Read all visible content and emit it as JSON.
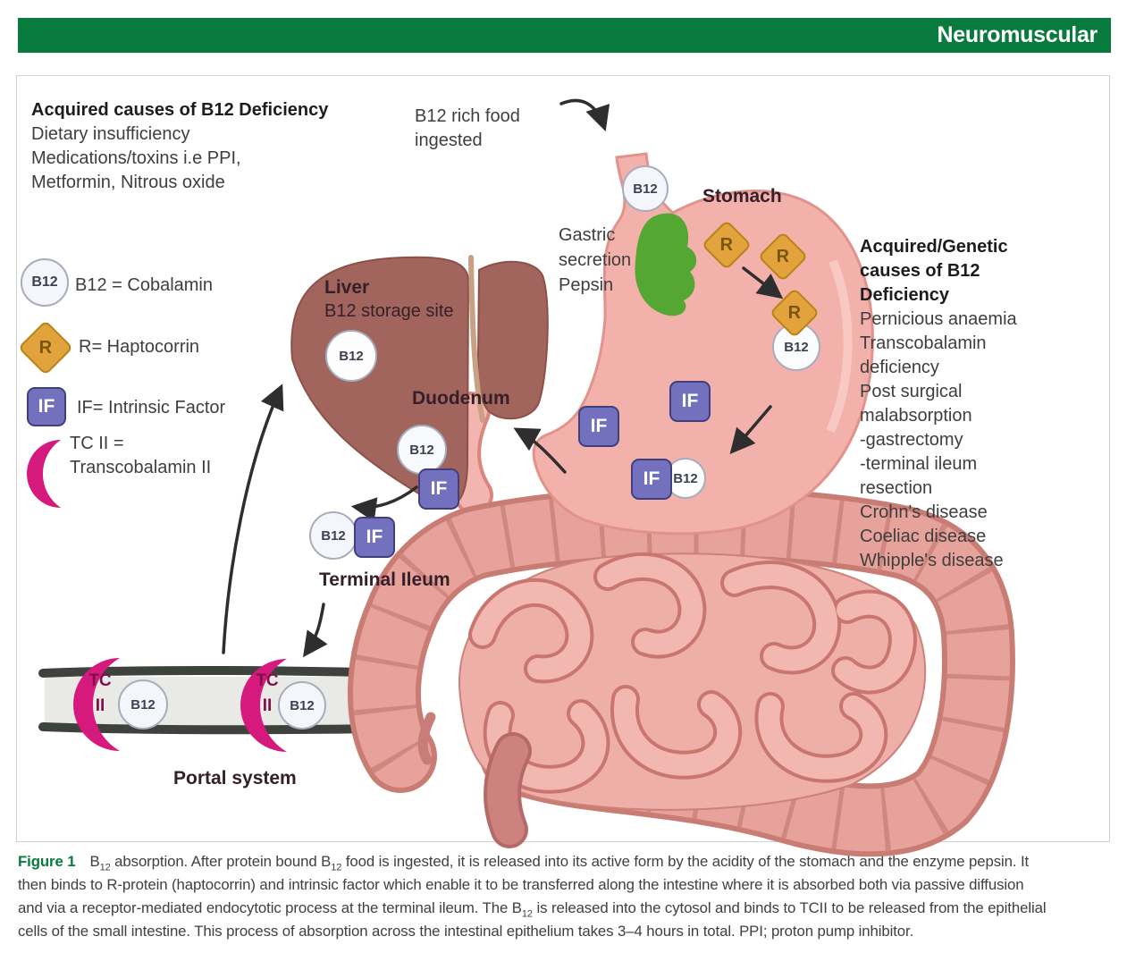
{
  "banner": {
    "title": "Neuromuscular"
  },
  "colors": {
    "banner_green": "#097a3d",
    "stomach_pink": "#f3b1ac",
    "liver_brown": "#a2655d",
    "intestine_pink": "#eeafa8",
    "if_purple": "#7371bd",
    "r_gold": "#e3a33c",
    "tc_magenta": "#d6197c",
    "secretion_green": "#55a733"
  },
  "annotations": {
    "acquired_title": "Acquired causes of B12 Deficiency",
    "acquired_body": "Dietary insufficiency\nMedications/toxins i.e PPI,\nMetformin, Nitrous oxide",
    "food_ingested": "B12 rich food\ningested",
    "gastric": "Gastric\nsecretion\nPepsin",
    "genetic_title": "Acquired/Genetic\ncauses of B12\nDeficiency",
    "genetic_body": "Pernicious anaemia\nTranscobalamin\ndeficiency\nPost surgical\nmalabsorption\n-gastrectomy\n-terminal ileum\nresection\nCrohn's disease\nCoeliac disease\nWhipple's disease"
  },
  "legend": {
    "cobalamin": "B12 = Cobalamin",
    "haptocorrin": "R= Haptocorrin",
    "intrinsic_factor": "IF= Intrinsic Factor",
    "tc": "TC II =\nTranscobalamin II"
  },
  "organs": {
    "stomach": "Stomach",
    "liver": "Liver",
    "liver_sub": "B12 storage site",
    "duodenum": "Duodenum",
    "terminal_ileum": "Terminal Ileum",
    "portal_system": "Portal system"
  },
  "tokens": {
    "b12": "B12",
    "r": "R",
    "intrinsic": "IF",
    "tc_line1": "TC",
    "tc_line2": "II"
  },
  "caption": {
    "figure_label": "Figure 1",
    "lines": [
      "B12 absorption. After protein bound B12 food is ingested, it is released into its active form by the acidity of the stomach and the enzyme pepsin. It",
      "then binds to R-protein (haptocorrin) and intrinsic factor which enable it to be transferred along the intestine where it is absorbed both via passive diffusion",
      "and via a receptor-mediated endocytotic process at the terminal ileum. The B12 is released into the cytosol and binds to TCII to be released from the epithelial",
      "cells of the small intestine. This process of absorption across the intestinal epithelium takes 3–4 hours in total. PPI; proton pump inhibitor."
    ]
  }
}
